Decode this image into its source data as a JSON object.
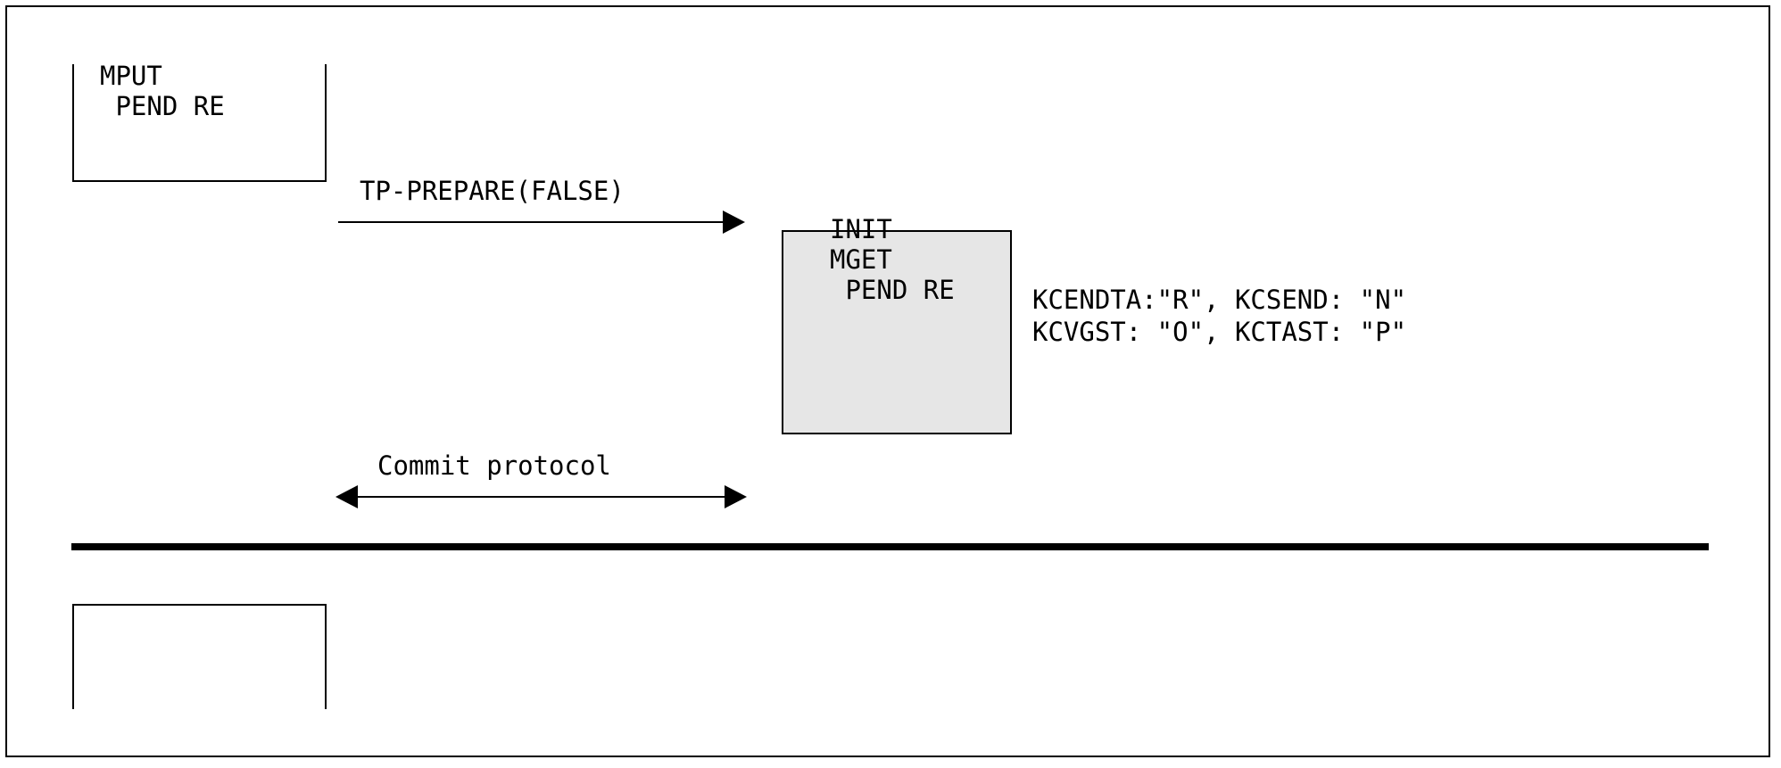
{
  "diagram": {
    "type": "sequence-diagram",
    "title": "",
    "colors": {
      "background": "#ffffff",
      "stroke": "#000000",
      "state_box_fill": "#e6e6e6"
    },
    "frame": {
      "border_color": "#000000"
    },
    "top_actor_box": {
      "label": "MPUT\n PEND RE",
      "lines": [
        "MPUT",
        " PEND RE"
      ],
      "open_side": "top"
    },
    "bottom_actor_box": {
      "label": "",
      "lines": [],
      "open_side": "bottom"
    },
    "state_box": {
      "label": "INIT\nMGET\n PEND RE",
      "lines": [
        "INIT",
        "MGET",
        " PEND RE"
      ],
      "fill": "#e6e6e6"
    },
    "status_text": {
      "line1": "KCENDTA:\"R\", KCSEND: \"N\"",
      "line2": "KCVGST: \"O\", KCTAST: \"P\"",
      "fields": [
        {
          "name": "KCENDTA",
          "value": "\"R\""
        },
        {
          "name": "KCSEND",
          "value": "\"N\""
        },
        {
          "name": "KCVGST",
          "value": "\"O\""
        },
        {
          "name": "KCTAST",
          "value": "\"P\""
        }
      ]
    },
    "arrows": [
      {
        "id": "tp-prepare",
        "label": "TP-PREPARE(FALSE)",
        "direction": "right",
        "from": "top_actor_box",
        "to": "state_box"
      },
      {
        "id": "commit-protocol",
        "label": "Commit protocol",
        "direction": "bidirectional",
        "from": "top_actor_box",
        "to": "state_box"
      }
    ],
    "separator": {
      "style": "thick-horizontal-rule",
      "color": "#000000"
    }
  }
}
